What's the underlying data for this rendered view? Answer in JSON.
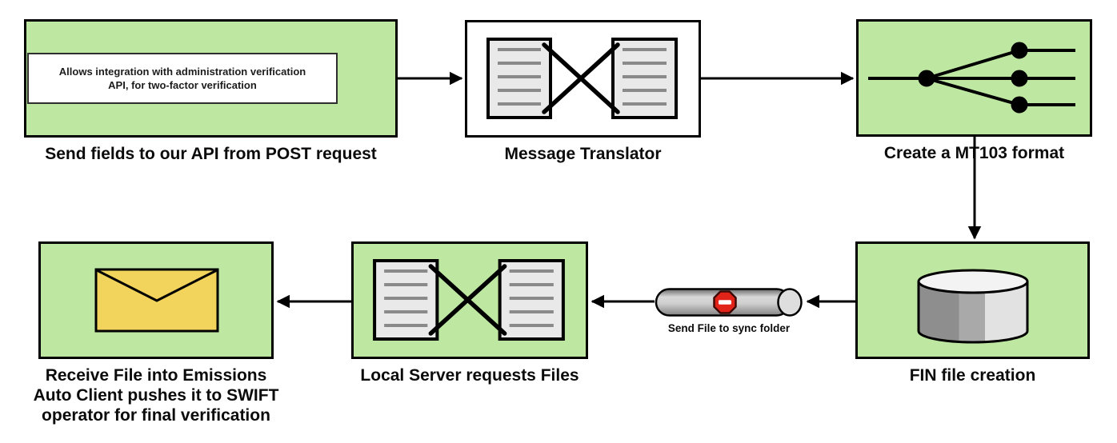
{
  "nodes": {
    "send_fields": {
      "label": "Send fields to our API from POST request",
      "note": {
        "line1": "Allows integration with administration verification",
        "line2": "API, for two-factor verification"
      }
    },
    "message_translator": {
      "label": "Message Translator"
    },
    "create_mt103": {
      "label": "Create a MT103 format"
    },
    "fin_file": {
      "label": "FIN file creation"
    },
    "sync_pipe": {
      "label": "Send File to sync folder"
    },
    "local_server": {
      "label": "Local Server requests Files"
    },
    "receive_file": {
      "lines": [
        "Receive File into Emissions",
        "Auto Client pushes it to SWIFT",
        "operator for final verification"
      ]
    }
  },
  "icons": {
    "message_translator": "documents-exchange-icon",
    "create_mt103": "fan-out-icon",
    "fin_file": "database-cylinder-icon",
    "sync_pipe": "pipe-icon",
    "sync_pipe_sign": "no-entry-icon",
    "local_server": "documents-exchange-icon",
    "receive_file": "envelope-icon"
  },
  "colors": {
    "node_fill_green": "#bee8a2",
    "node_border": "#000000",
    "note_fill": "#ffffff",
    "document_fill": "#e9e9e9",
    "document_line": "#8a8a8a",
    "envelope_yellow": "#f2d35c",
    "no_entry_red": "#e2231a",
    "cylinder_dark": "#8e8e8e",
    "cylinder_mid": "#a9a9a9",
    "cylinder_light": "#e2e2e2",
    "pipe_gray": "#b9b9b9",
    "background": "#ffffff"
  },
  "connectors": [
    {
      "from": "send_fields",
      "to": "message_translator"
    },
    {
      "from": "message_translator",
      "to": "create_mt103"
    },
    {
      "from": "create_mt103",
      "to": "fin_file"
    },
    {
      "from": "fin_file",
      "to": "sync_pipe"
    },
    {
      "from": "sync_pipe",
      "to": "local_server"
    },
    {
      "from": "local_server",
      "to": "receive_file"
    }
  ]
}
